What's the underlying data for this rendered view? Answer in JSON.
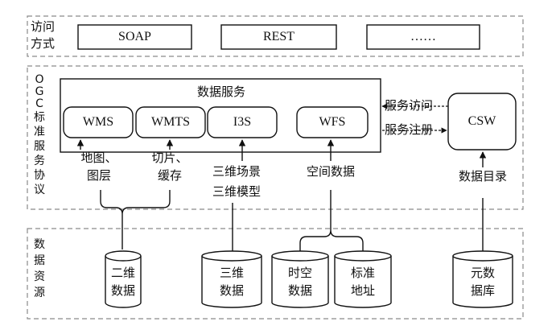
{
  "sections": {
    "access": {
      "label_line1": "访问",
      "label_line2": "方式",
      "methods": [
        "SOAP",
        "REST",
        "……"
      ]
    },
    "ogc": {
      "label_chars": [
        "O",
        "G",
        "C",
        "标",
        "准",
        "服",
        "务",
        "协",
        "议"
      ],
      "data_service_title": "数据服务",
      "services": [
        "WMS",
        "WMTS",
        "I3S",
        "WFS"
      ],
      "catalog_service": "CSW",
      "service_access_label": "服务访问",
      "service_register_label": "服务注册",
      "outputs": {
        "wms": [
          "地图、",
          "图层"
        ],
        "wmts": [
          "切片、",
          "缓存"
        ],
        "i3s": [
          "三维场景",
          "三维模型"
        ],
        "wfs": "空间数据",
        "csw": "数据目录"
      }
    },
    "resources": {
      "label_chars": [
        "数",
        "据",
        "资",
        "源"
      ],
      "databases": [
        [
          "二维",
          "数据"
        ],
        [
          "三维",
          "数据"
        ],
        [
          "时空",
          "数据"
        ],
        [
          "标准",
          "地址"
        ],
        [
          "元数",
          "据库"
        ]
      ]
    }
  }
}
